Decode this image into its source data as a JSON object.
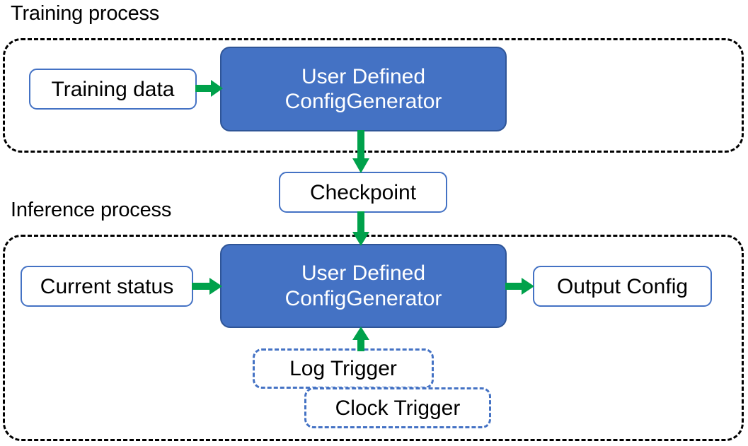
{
  "diagram": {
    "title_training": "Training process",
    "title_inference": "Inference process",
    "colors": {
      "process_fill": "#4472C4",
      "process_stroke": "#2F5597",
      "box_stroke": "#4472C4",
      "arrow": "#00A14B",
      "group_stroke": "#000000",
      "text_dark": "#000000",
      "text_light": "#FFFFFF"
    },
    "nodes": {
      "training_data": "Training data",
      "training_process_line1": "User Defined",
      "training_process_line2": "ConfigGenerator",
      "checkpoint": "Checkpoint",
      "current_status": "Current status",
      "inference_process_line1": "User Defined",
      "inference_process_line2": "ConfigGenerator",
      "output_config": "Output Config",
      "log_trigger": "Log Trigger",
      "clock_trigger": "Clock Trigger"
    },
    "edges": [
      {
        "name": "training-data-to-process",
        "from": "Training data",
        "to": "User Defined ConfigGenerator",
        "direction": "right"
      },
      {
        "name": "process-to-checkpoint",
        "from": "User Defined ConfigGenerator",
        "to": "Checkpoint",
        "direction": "down"
      },
      {
        "name": "checkpoint-to-inference",
        "from": "Checkpoint",
        "to": "User Defined ConfigGenerator",
        "direction": "down"
      },
      {
        "name": "current-status-to-inference",
        "from": "Current status",
        "to": "User Defined ConfigGenerator",
        "direction": "right"
      },
      {
        "name": "inference-to-output",
        "from": "User Defined ConfigGenerator",
        "to": "Output Config",
        "direction": "right"
      },
      {
        "name": "triggers-to-inference",
        "from": "Log Trigger / Clock Trigger",
        "to": "User Defined ConfigGenerator",
        "direction": "up"
      }
    ]
  }
}
